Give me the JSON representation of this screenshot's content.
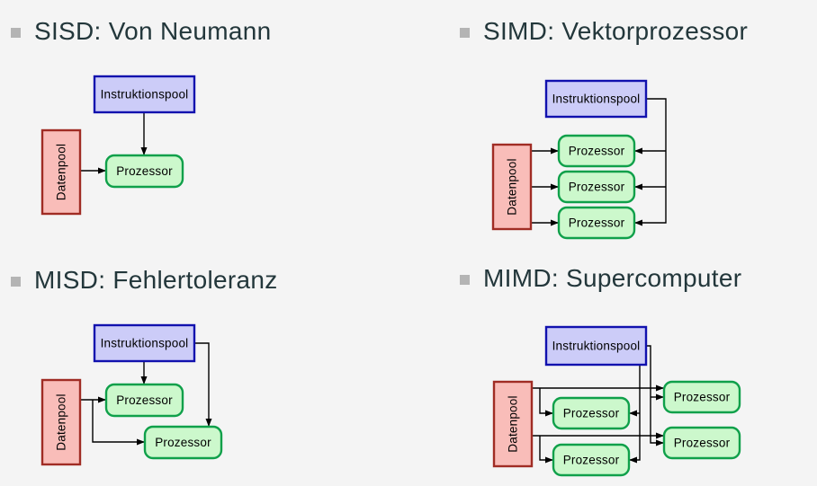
{
  "colors": {
    "background": "#f4f4f4",
    "heading_text": "#23373b",
    "bullet": "#b4b4b4",
    "instruction_fill": "#ccccf8",
    "instruction_border": "#1111ae",
    "data_fill": "#f9bdb9",
    "data_border": "#a02c24",
    "processor_fill": "#ccf8cc",
    "processor_border": "#0fa04a",
    "wire": "#000000",
    "label_text": "#000000"
  },
  "labels": {
    "instruction_pool": "Instruktionspool",
    "data_pool": "Datenpool",
    "processor": "Prozessor"
  },
  "sections": {
    "sisd": {
      "title": "SISD: Von Neumann"
    },
    "simd": {
      "title": "SIMD: Vektorprozessor"
    },
    "misd": {
      "title": "MISD: Fehlertoleranz"
    },
    "mimd": {
      "title": "MIMD: Supercomputer"
    }
  }
}
